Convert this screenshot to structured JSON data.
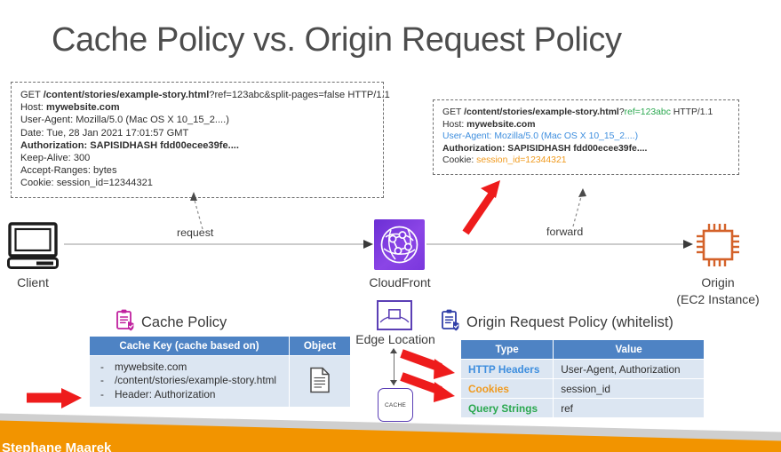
{
  "title": "Cache Policy vs. Origin Request Policy",
  "http_request_client": {
    "name": "client-request",
    "lines": [
      {
        "parts": [
          {
            "t": "GET ",
            "s": "plain"
          },
          {
            "t": "/content/stories/example-story.html",
            "s": "bold"
          },
          {
            "t": "?ref=123abc&split-pages=false HTTP/1.1",
            "s": "plain"
          }
        ]
      },
      {
        "parts": [
          {
            "t": "Host: ",
            "s": "plain"
          },
          {
            "t": "mywebsite.com",
            "s": "bold"
          }
        ]
      },
      {
        "parts": [
          {
            "t": "User-Agent: Mozilla/5.0 (Mac OS X 10_15_2....)",
            "s": "plain"
          }
        ]
      },
      {
        "parts": [
          {
            "t": "Date: Tue, 28 Jan 2021 17:01:57 GMT",
            "s": "plain"
          }
        ]
      },
      {
        "parts": [
          {
            "t": "Authorization: SAPISIDHASH fdd00ecee39fe....",
            "s": "bold"
          }
        ]
      },
      {
        "parts": [
          {
            "t": "Keep-Alive: 300",
            "s": "plain"
          }
        ]
      },
      {
        "parts": [
          {
            "t": "Accept-Ranges: bytes",
            "s": "plain"
          }
        ]
      },
      {
        "parts": [
          {
            "t": "Cookie: session_id=12344321",
            "s": "plain"
          }
        ]
      }
    ]
  },
  "http_request_origin": {
    "name": "forwarded-request",
    "lines": [
      {
        "parts": [
          {
            "t": "GET ",
            "s": "plain"
          },
          {
            "t": "/content/stories/example-story.html",
            "s": "bold"
          },
          {
            "t": "?",
            "s": "plain"
          },
          {
            "t": "ref=123abc",
            "s": "green"
          },
          {
            "t": " HTTP/1.1",
            "s": "plain"
          }
        ]
      },
      {
        "parts": [
          {
            "t": "Host: ",
            "s": "plain"
          },
          {
            "t": "mywebsite.com",
            "s": "bold"
          }
        ]
      },
      {
        "parts": [
          {
            "t": "User-Agent: Mozilla/5.0 (Mac OS X 10_15_2....)",
            "s": "blue"
          }
        ]
      },
      {
        "parts": [
          {
            "t": "Authorization: SAPISIDHASH fdd00ecee39fe....",
            "s": "bold"
          }
        ]
      },
      {
        "parts": [
          {
            "t": "Cookie: ",
            "s": "plain"
          },
          {
            "t": "session_id=12344321",
            "s": "orange"
          }
        ]
      }
    ]
  },
  "nodes": {
    "client": {
      "label": "Client",
      "icon": "desktop-computer-icon"
    },
    "cloudfront": {
      "label": "CloudFront",
      "icon": "cloudfront-globe-icon"
    },
    "origin": {
      "label_line1": "Origin",
      "label_line2": "(EC2 Instance)",
      "icon": "cpu-chip-icon"
    },
    "edge_location": {
      "label": "Edge Location",
      "icon": "edge-location-icon"
    },
    "cache": {
      "label": "CACHE"
    }
  },
  "flow": {
    "request_label": "request",
    "forward_label": "forward"
  },
  "cache_policy": {
    "heading": "Cache Policy",
    "icon": "clipboard-check-icon",
    "columns": [
      "Cache Key (cache based on)",
      "Object"
    ],
    "cache_key_items": [
      "mywebsite.com",
      "/content/stories/example-story.html",
      "Header: Authorization"
    ],
    "object_icon": "document-icon"
  },
  "origin_request_policy": {
    "heading": "Origin Request Policy (whitelist)",
    "icon": "clipboard-check-icon",
    "columns": [
      "Type",
      "Value"
    ],
    "rows": [
      {
        "type": "HTTP Headers",
        "value": "User-Agent, Authorization",
        "color": "t-blue"
      },
      {
        "type": "Cookies",
        "value": "session_id",
        "color": "t-orange"
      },
      {
        "type": "Query Strings",
        "value": "ref",
        "color": "t-green"
      }
    ]
  },
  "annotations": {
    "arrow_color": "#ee1c1c",
    "arrows": [
      "arrow-to-cookie-header",
      "arrow-to-http-headers-row",
      "arrow-to-cookies-row",
      "arrow-to-authorization-key"
    ]
  },
  "banner": {
    "text": "Stephane Maarek",
    "color": "#f29400"
  }
}
